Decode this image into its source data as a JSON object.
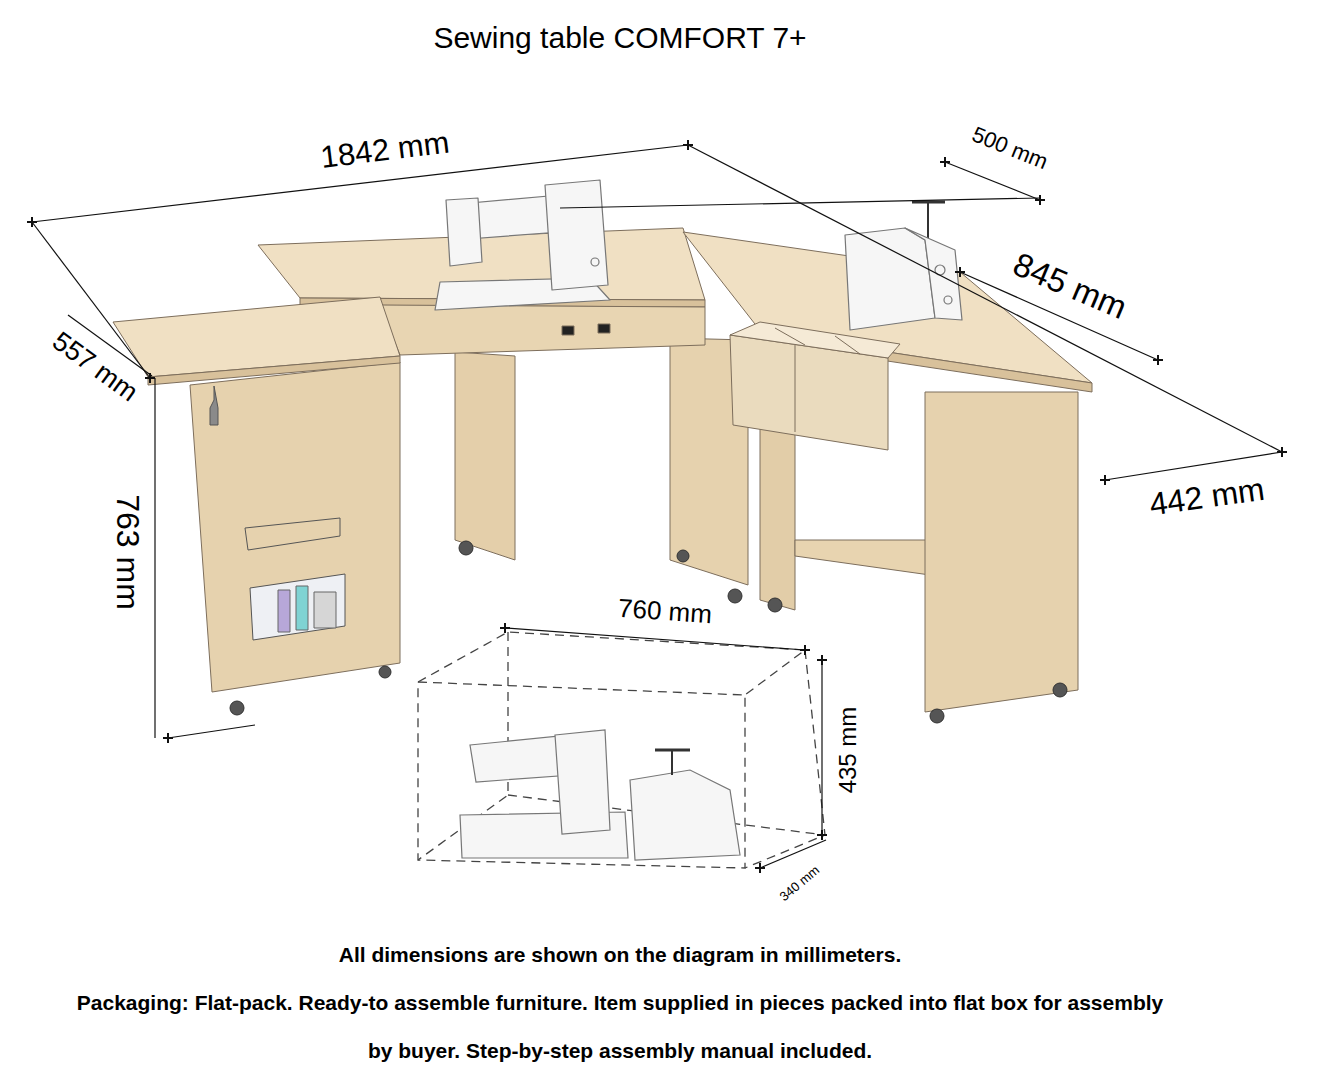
{
  "diagram": {
    "title": "Sewing table COMFORT 7+",
    "labels": [
      "1842 mm",
      "500 mm",
      "557 mm",
      "845 mm",
      "763 mm",
      "442 mm",
      "760 mm",
      "435 mm",
      "340 mm",
      "All dimensions are shown on the diagram in millimeters.",
      "Packaging:  Flat-pack. Ready-to assemble furniture. Item supplied in pieces packed into flat box for assembly by buyer.  Step-by-step assembly manual included."
    ]
  }
}
